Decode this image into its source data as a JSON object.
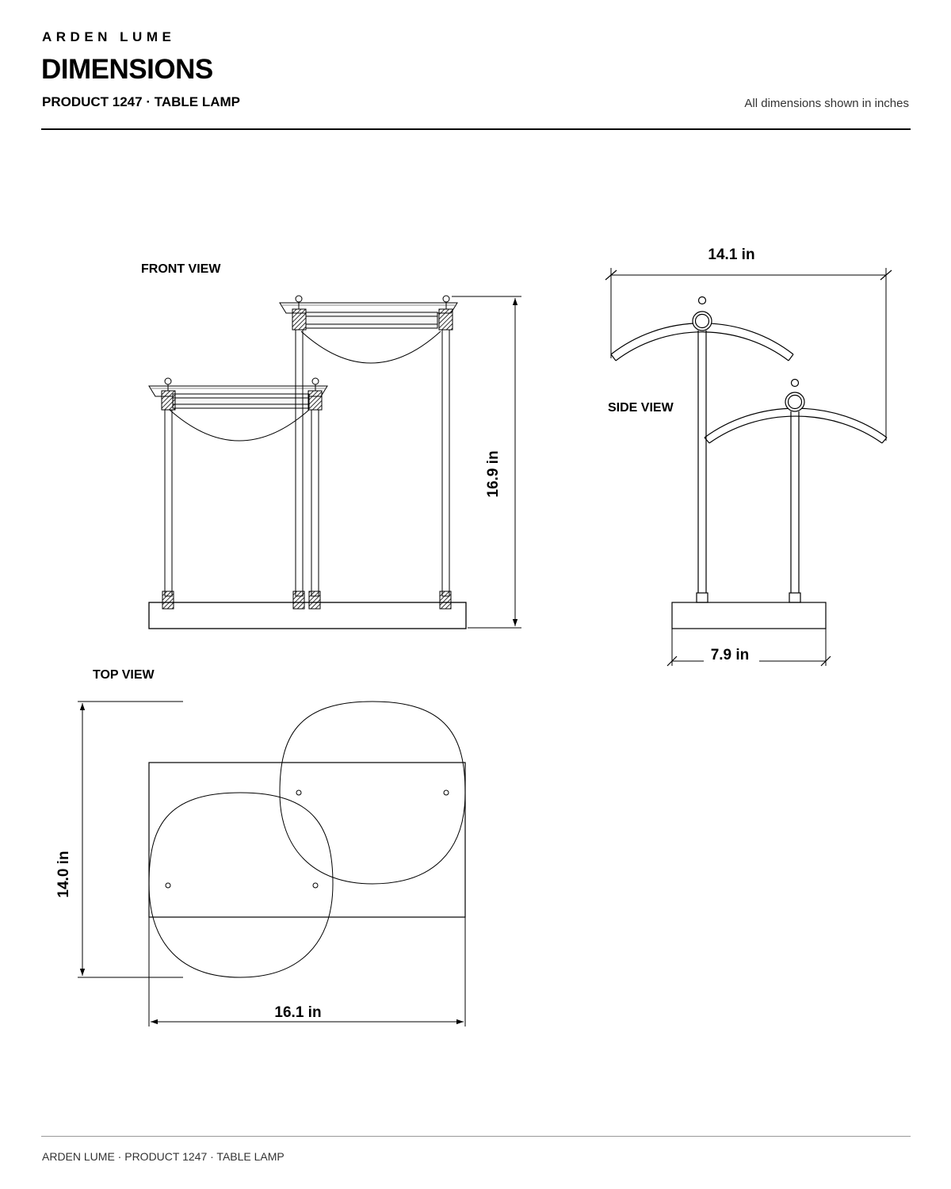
{
  "header": {
    "brand": "ARDEN LUME",
    "title": "DIMENSIONS",
    "subtitle": "PRODUCT 1247 · TABLE LAMP",
    "units_note": "All dimensions shown in inches"
  },
  "views": {
    "front": {
      "label": "FRONT VIEW",
      "height_dim": "16.9 in"
    },
    "side": {
      "label": "SIDE VIEW",
      "width_dim": "14.1 in",
      "base_dim": "7.9 in"
    },
    "top": {
      "label": "TOP VIEW",
      "depth_dim": "14.0 in",
      "width_dim": "16.1 in"
    }
  },
  "footer": {
    "text": "ARDEN LUME · PRODUCT 1247 · TABLE LAMP"
  }
}
